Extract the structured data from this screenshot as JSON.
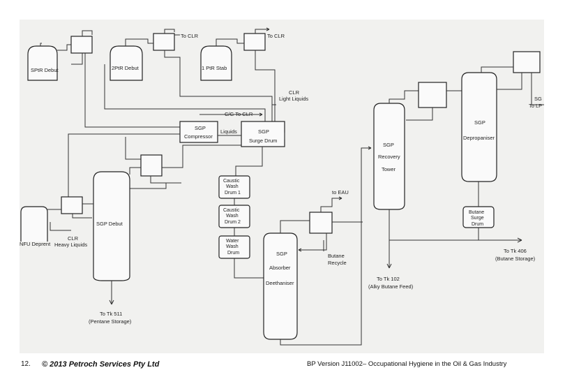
{
  "labels": {
    "to_clr_1": "To CLR",
    "to_clr_2": "To CLR",
    "spr_debut": "SPtR Debut",
    "ptr2_debut": "2PtR Debut",
    "ptr1_stab": "1 PtR Stab",
    "clr_light_liquids_1": "CLR",
    "clr_light_liquids_2": "Light Liquids",
    "cg_to_clr": "C/G To CLR",
    "sgp_compressor_1": "SGP",
    "sgp_compressor_2": "Compressor",
    "liquids": "Liquids",
    "sgp_surge_drum_1": "SGP",
    "sgp_surge_drum_2": "Surge Drum",
    "caustic_1_a": "Caustic",
    "caustic_1_b": "Wash",
    "caustic_1_c": "Drum 1",
    "caustic_2_a": "Caustic",
    "caustic_2_b": "Wash",
    "caustic_2_c": "Drum 2",
    "water_wash_a": "Water",
    "water_wash_b": "Wash",
    "water_wash_c": "Drum",
    "sgp_recovery_1": "SGP",
    "sgp_recovery_2": "Recovery",
    "sgp_recovery_3": "Tower",
    "sgp_depropaniser_1": "SGP",
    "sgp_depropaniser_2": "Depropaniser",
    "to_lpg_1": "SG",
    "to_lpg_2": "To LP",
    "to_eau": "to EAU",
    "butane_surge_1": "Butane",
    "butane_surge_2": "Surge",
    "butane_surge_3": "Drum",
    "nfu_deprent": "NFU Deprent",
    "clr_heavy_1": "CLR",
    "clr_heavy_2": "Heavy Liquids",
    "sgp_debut": "SGP Debut",
    "sgp_absorber_1": "SGP",
    "sgp_absorber_2": "Absorber",
    "sgp_absorber_3": "Deethaniser",
    "butane_recycle_1": "Butane",
    "butane_recycle_2": "Recycle",
    "to_tk406_1": "To Tk 406",
    "to_tk406_2": "(Butane Storage)",
    "to_tk102_1": "To Tk 102",
    "to_tk102_2": "(Alky Butane Feed)",
    "to_tk511_1": "To Tk 511",
    "to_tk511_2": "(Pentane Storage)"
  },
  "footer": {
    "slide_number": "12.",
    "copyright": "© 2013 Petroch Services Pty Ltd",
    "course": "BP Version J11002– Occupational Hygiene in the Oil & Gas Industry"
  }
}
